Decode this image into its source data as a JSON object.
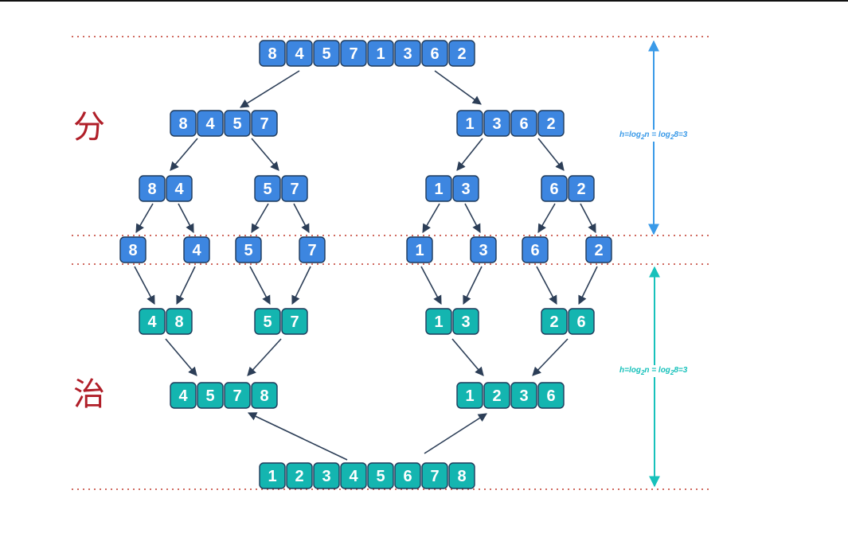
{
  "labels": {
    "divide": "分",
    "conquer": "治"
  },
  "height_label_divide": {
    "prefix": "h=log",
    "sub1": "2",
    "mid": "n = log",
    "sub2": "2",
    "suffix": "8=3"
  },
  "height_label_conquer": {
    "prefix": "h=log",
    "sub1": "2",
    "mid": "n = log",
    "sub2": "2",
    "suffix": "8=3"
  },
  "colors": {
    "divide_fill": "#3d86e0",
    "conquer_fill": "#14b5b0",
    "divide_arrow": "#3a9ae8",
    "conquer_arrow": "#17c1bb",
    "dotted_line": "#c0392b",
    "tree_arrow": "#2c3e57",
    "label_red": "#b01e28"
  },
  "divide_phase": {
    "level0": [
      [
        8,
        4,
        5,
        7,
        1,
        3,
        6,
        2
      ]
    ],
    "level1": [
      [
        8,
        4,
        5,
        7
      ],
      [
        1,
        3,
        6,
        2
      ]
    ],
    "level2": [
      [
        8,
        4
      ],
      [
        5,
        7
      ],
      [
        1,
        3
      ],
      [
        6,
        2
      ]
    ],
    "level3": [
      [
        8
      ],
      [
        4
      ],
      [
        5
      ],
      [
        7
      ],
      [
        1
      ],
      [
        3
      ],
      [
        6
      ],
      [
        2
      ]
    ]
  },
  "conquer_phase": {
    "level0": [
      [
        4,
        8
      ],
      [
        5,
        7
      ],
      [
        1,
        3
      ],
      [
        2,
        6
      ]
    ],
    "level1": [
      [
        4,
        5,
        7,
        8
      ],
      [
        1,
        2,
        3,
        6
      ]
    ],
    "level2": [
      [
        1,
        2,
        3,
        4,
        5,
        6,
        7,
        8
      ]
    ]
  }
}
